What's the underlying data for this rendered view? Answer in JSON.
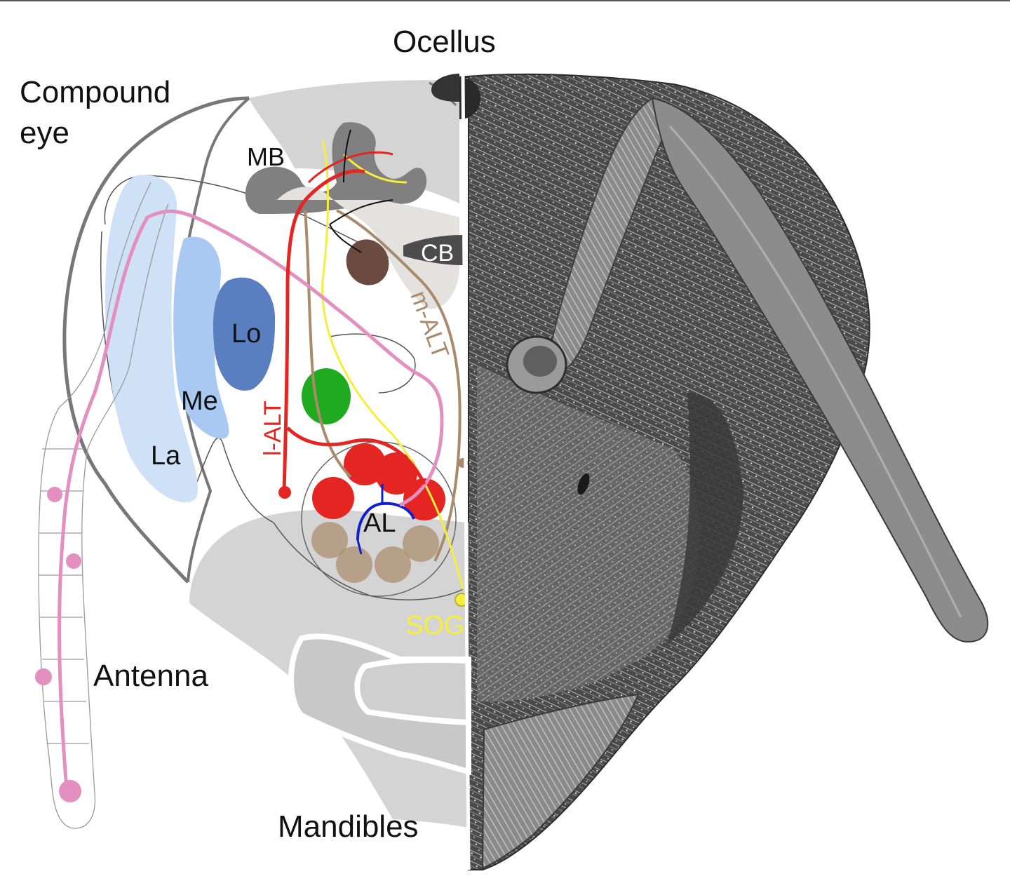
{
  "labels": {
    "ocellus": "Ocellus",
    "compound_eye_line1": "Compound",
    "compound_eye_line2": "eye",
    "mb": "MB",
    "cb": "CB",
    "lo": "Lo",
    "me": "Me",
    "la": "La",
    "l_alt": "l-ALT",
    "m_alt": "m-ALT",
    "al": "AL",
    "sog": "SOG",
    "antenna": "Antenna",
    "mandibles": "Mandibles"
  },
  "colors": {
    "outline": "#777777",
    "tissue_gray": "#d4d4d4",
    "light_gray": "#e6e4e0",
    "lamina": "#cfe1f7",
    "medulla": "#a9c9f2",
    "lobula": "#5a7fc0",
    "lalt_red": "#e52522",
    "malt_brown": "#a98a6a",
    "yellow_tract": "#f5ee3a",
    "antenna_pink": "#e38fc0",
    "al_blue": "#1020d0",
    "cb_dark": "#4c4c4c",
    "lh_green": "#1faa1f",
    "lateral_body": "#6b4a40",
    "sem_bg": "#ffffff"
  }
}
